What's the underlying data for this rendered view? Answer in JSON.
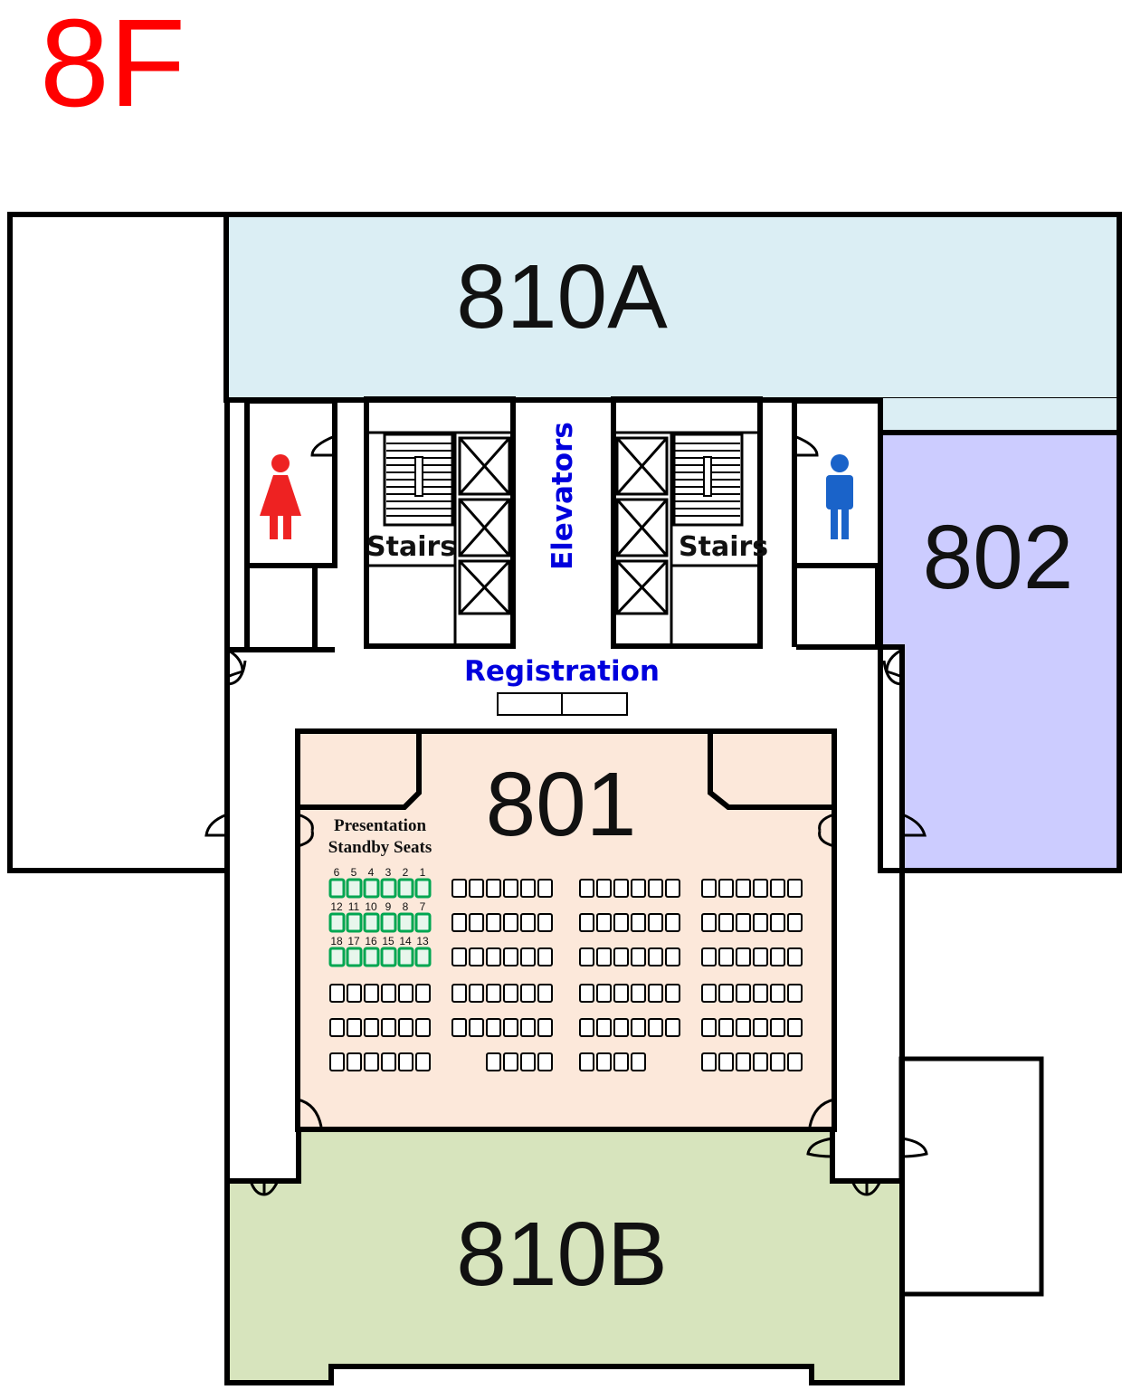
{
  "floor": {
    "label": "8F",
    "color": "#ff0000"
  },
  "rooms": {
    "r810a": {
      "label": "810A",
      "color": "#dbeef4"
    },
    "r802": {
      "label": "802",
      "color": "#ccccff"
    },
    "r801": {
      "label": "801",
      "color": "#fce8da"
    },
    "r810b": {
      "label": "810B",
      "color": "#d7e4bd"
    }
  },
  "facilities": {
    "stairs_left": "Stairs",
    "stairs_right": "Stairs",
    "elevators": "Elevators",
    "registration": "Registration",
    "restroom_women": "women-restroom-icon",
    "restroom_men": "men-restroom-icon"
  },
  "seating": {
    "standby_title_line1": "Presentation",
    "standby_title_line2": "Standby Seats",
    "standby_color": "#00a651",
    "standby_rows": [
      [
        "6",
        "5",
        "4",
        "3",
        "2",
        "1"
      ],
      [
        "12",
        "11",
        "10",
        "9",
        "8",
        "7"
      ],
      [
        "18",
        "17",
        "16",
        "15",
        "14",
        "13"
      ]
    ]
  }
}
